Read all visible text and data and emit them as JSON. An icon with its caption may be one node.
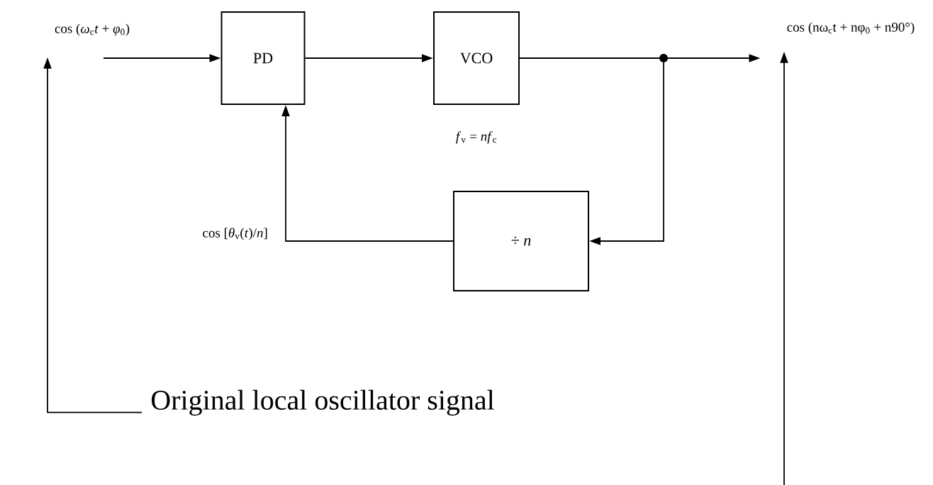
{
  "diagram": {
    "nodes": [
      {
        "text": [
          "cos (*ω*$_{c}$*t* + *φ*$_{0}$)"
        ]
      },
      {
        "text": [
          "PD"
        ]
      },
      {
        "text": [
          "VCO"
        ],
        "beside": [
          "*f*$_{v}$ = *nf*$_{c}$"
        ]
      },
      {
        "text": [
          "÷ *n*"
        ]
      },
      {
        "text": [
          "cos (nω$_{c}$t + nφ$_{0}$ + n90°)"
        ]
      },
      {
        "text": [
          "Original local oscillator signal"
        ]
      }
    ],
    "edges": [
      {
        "from": 0,
        "to": 1,
        "arrow": "to"
      },
      {
        "from": 1,
        "to": 2,
        "arrow": "to"
      },
      {
        "from": 2,
        "to": 4,
        "arrow": "to"
      },
      {
        "from": 2,
        "to": 3,
        "arrow": "to"
      },
      {
        "from": 3,
        "to": 1,
        "arrow": "to",
        "label": "cos [*θ*$_{v}$(*t*)/*n*]"
      },
      {
        "from": 5,
        "to": 0,
        "arrow": "to"
      },
      {
        "from": null,
        "to": 4,
        "arrow": "to"
      }
    ]
  }
}
